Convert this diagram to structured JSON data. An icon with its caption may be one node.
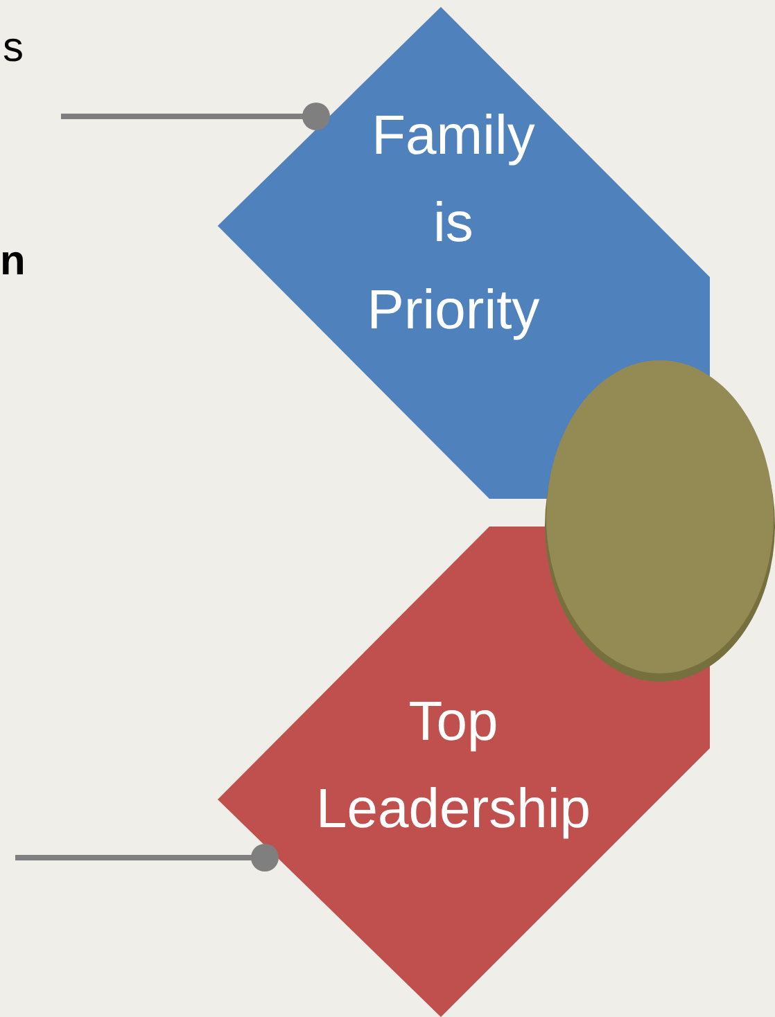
{
  "diagram": {
    "nodes": [
      {
        "text": [
          "Family is Priority"
        ]
      },
      {
        "text": [
          "Top Leadership"
        ]
      },
      {
        "text": [],
        "shape": "circle"
      }
    ],
    "edges": [
      {
        "from": null,
        "to": 0,
        "arrow": "other"
      },
      {
        "from": null,
        "to": 1,
        "arrow": "other"
      }
    ],
    "labels": [
      "s",
      "n"
    ]
  }
}
